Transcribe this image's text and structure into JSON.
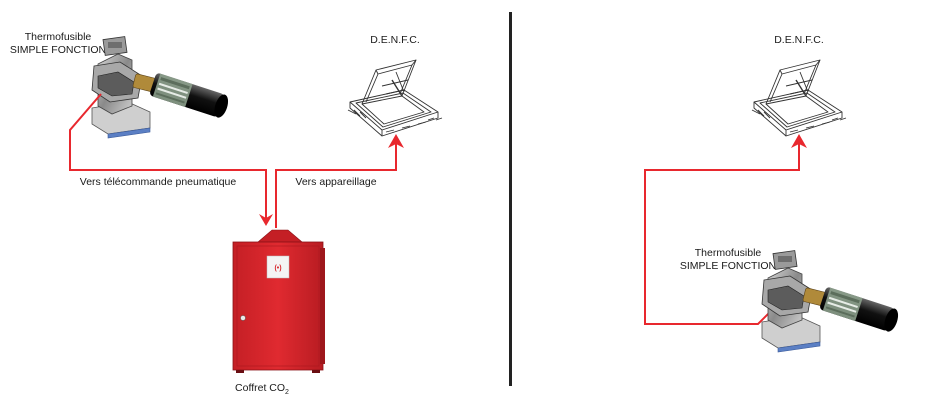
{
  "left_panel": {
    "thermofusible_label_line1": "Thermofusible",
    "thermofusible_label_line2": "SIMPLE FONCTION",
    "denfc_label": "D.E.N.F.C.",
    "remote_label": "Vers télécommande pneumatique",
    "equipment_label": "Vers appareillage",
    "coffret_label": "Coffret CO",
    "coffret_subscript": "2"
  },
  "right_panel": {
    "denfc_label": "D.E.N.F.C.",
    "thermofusible_label_line1": "Thermofusible",
    "thermofusible_label_line2": "SIMPLE FONCTION"
  },
  "colors": {
    "line": "#e8282e",
    "cabinet": "#d8262c",
    "divider": "#222222"
  }
}
